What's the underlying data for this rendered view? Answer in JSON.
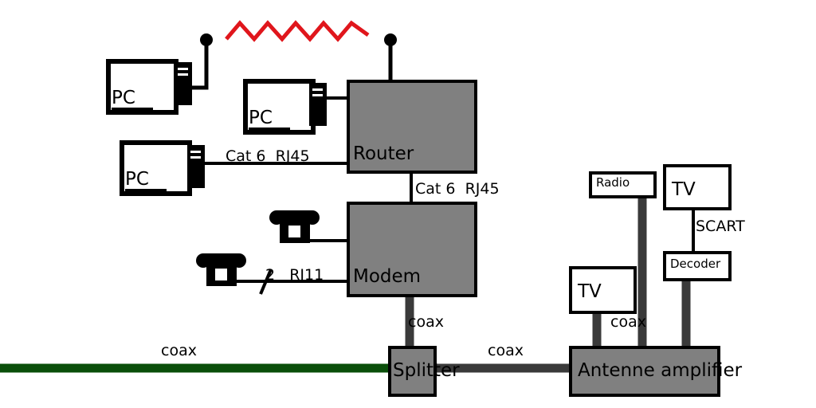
{
  "nodes": {
    "pc_top": {
      "label": "PC"
    },
    "pc_mid": {
      "label": "PC"
    },
    "pc_bottom": {
      "label": "PC"
    },
    "router": {
      "label": "Router"
    },
    "modem": {
      "label": "Modem"
    },
    "splitter": {
      "label": "Splitter"
    },
    "amplifier": {
      "label": "Antenne amplifier"
    },
    "tv_left": {
      "label": "TV"
    },
    "tv_right": {
      "label": "TV"
    },
    "radio": {
      "label": "Radio"
    },
    "decoder": {
      "label": "Decoder"
    }
  },
  "edges": {
    "pc_router": {
      "label": "Cat 6  RJ45"
    },
    "router_modem": {
      "label": "Cat 6  RJ45"
    },
    "phones_modem": {
      "label": "2   RJ11"
    },
    "modem_splitter": {
      "label": "coax"
    },
    "street_splitter": {
      "label": "coax"
    },
    "splitter_amplifier": {
      "label": "coax"
    },
    "tv_amplifier": {
      "label": "coax"
    },
    "decoder_tv": {
      "label": "SCART"
    }
  },
  "colors": {
    "node_fill": "#808080",
    "coax_cable": "#3a3a3a",
    "street_cable": "#0a4f0a",
    "wireless_signal": "#e0161c"
  }
}
